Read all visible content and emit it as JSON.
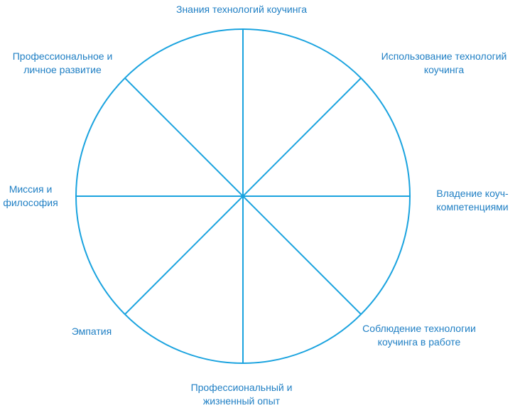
{
  "colors": {
    "line": "#1aa3df",
    "text": "#1f7fc4"
  },
  "segments": [
    {
      "lines": [
        "Знания технологий коучинга"
      ]
    },
    {
      "lines": [
        "Использование технологий",
        "коучинга"
      ]
    },
    {
      "lines": [
        "Владение коуч-",
        "компетенциями"
      ]
    },
    {
      "lines": [
        "Соблюдение технологии",
        "коучинга в работе"
      ]
    },
    {
      "lines": [
        "Профессиональный и",
        "жизненный опыт"
      ]
    },
    {
      "lines": [
        "Эмпатия"
      ]
    },
    {
      "lines": [
        "Миссия и",
        "философия"
      ]
    },
    {
      "lines": [
        "Профессиональное и",
        "личное развитие"
      ]
    }
  ]
}
